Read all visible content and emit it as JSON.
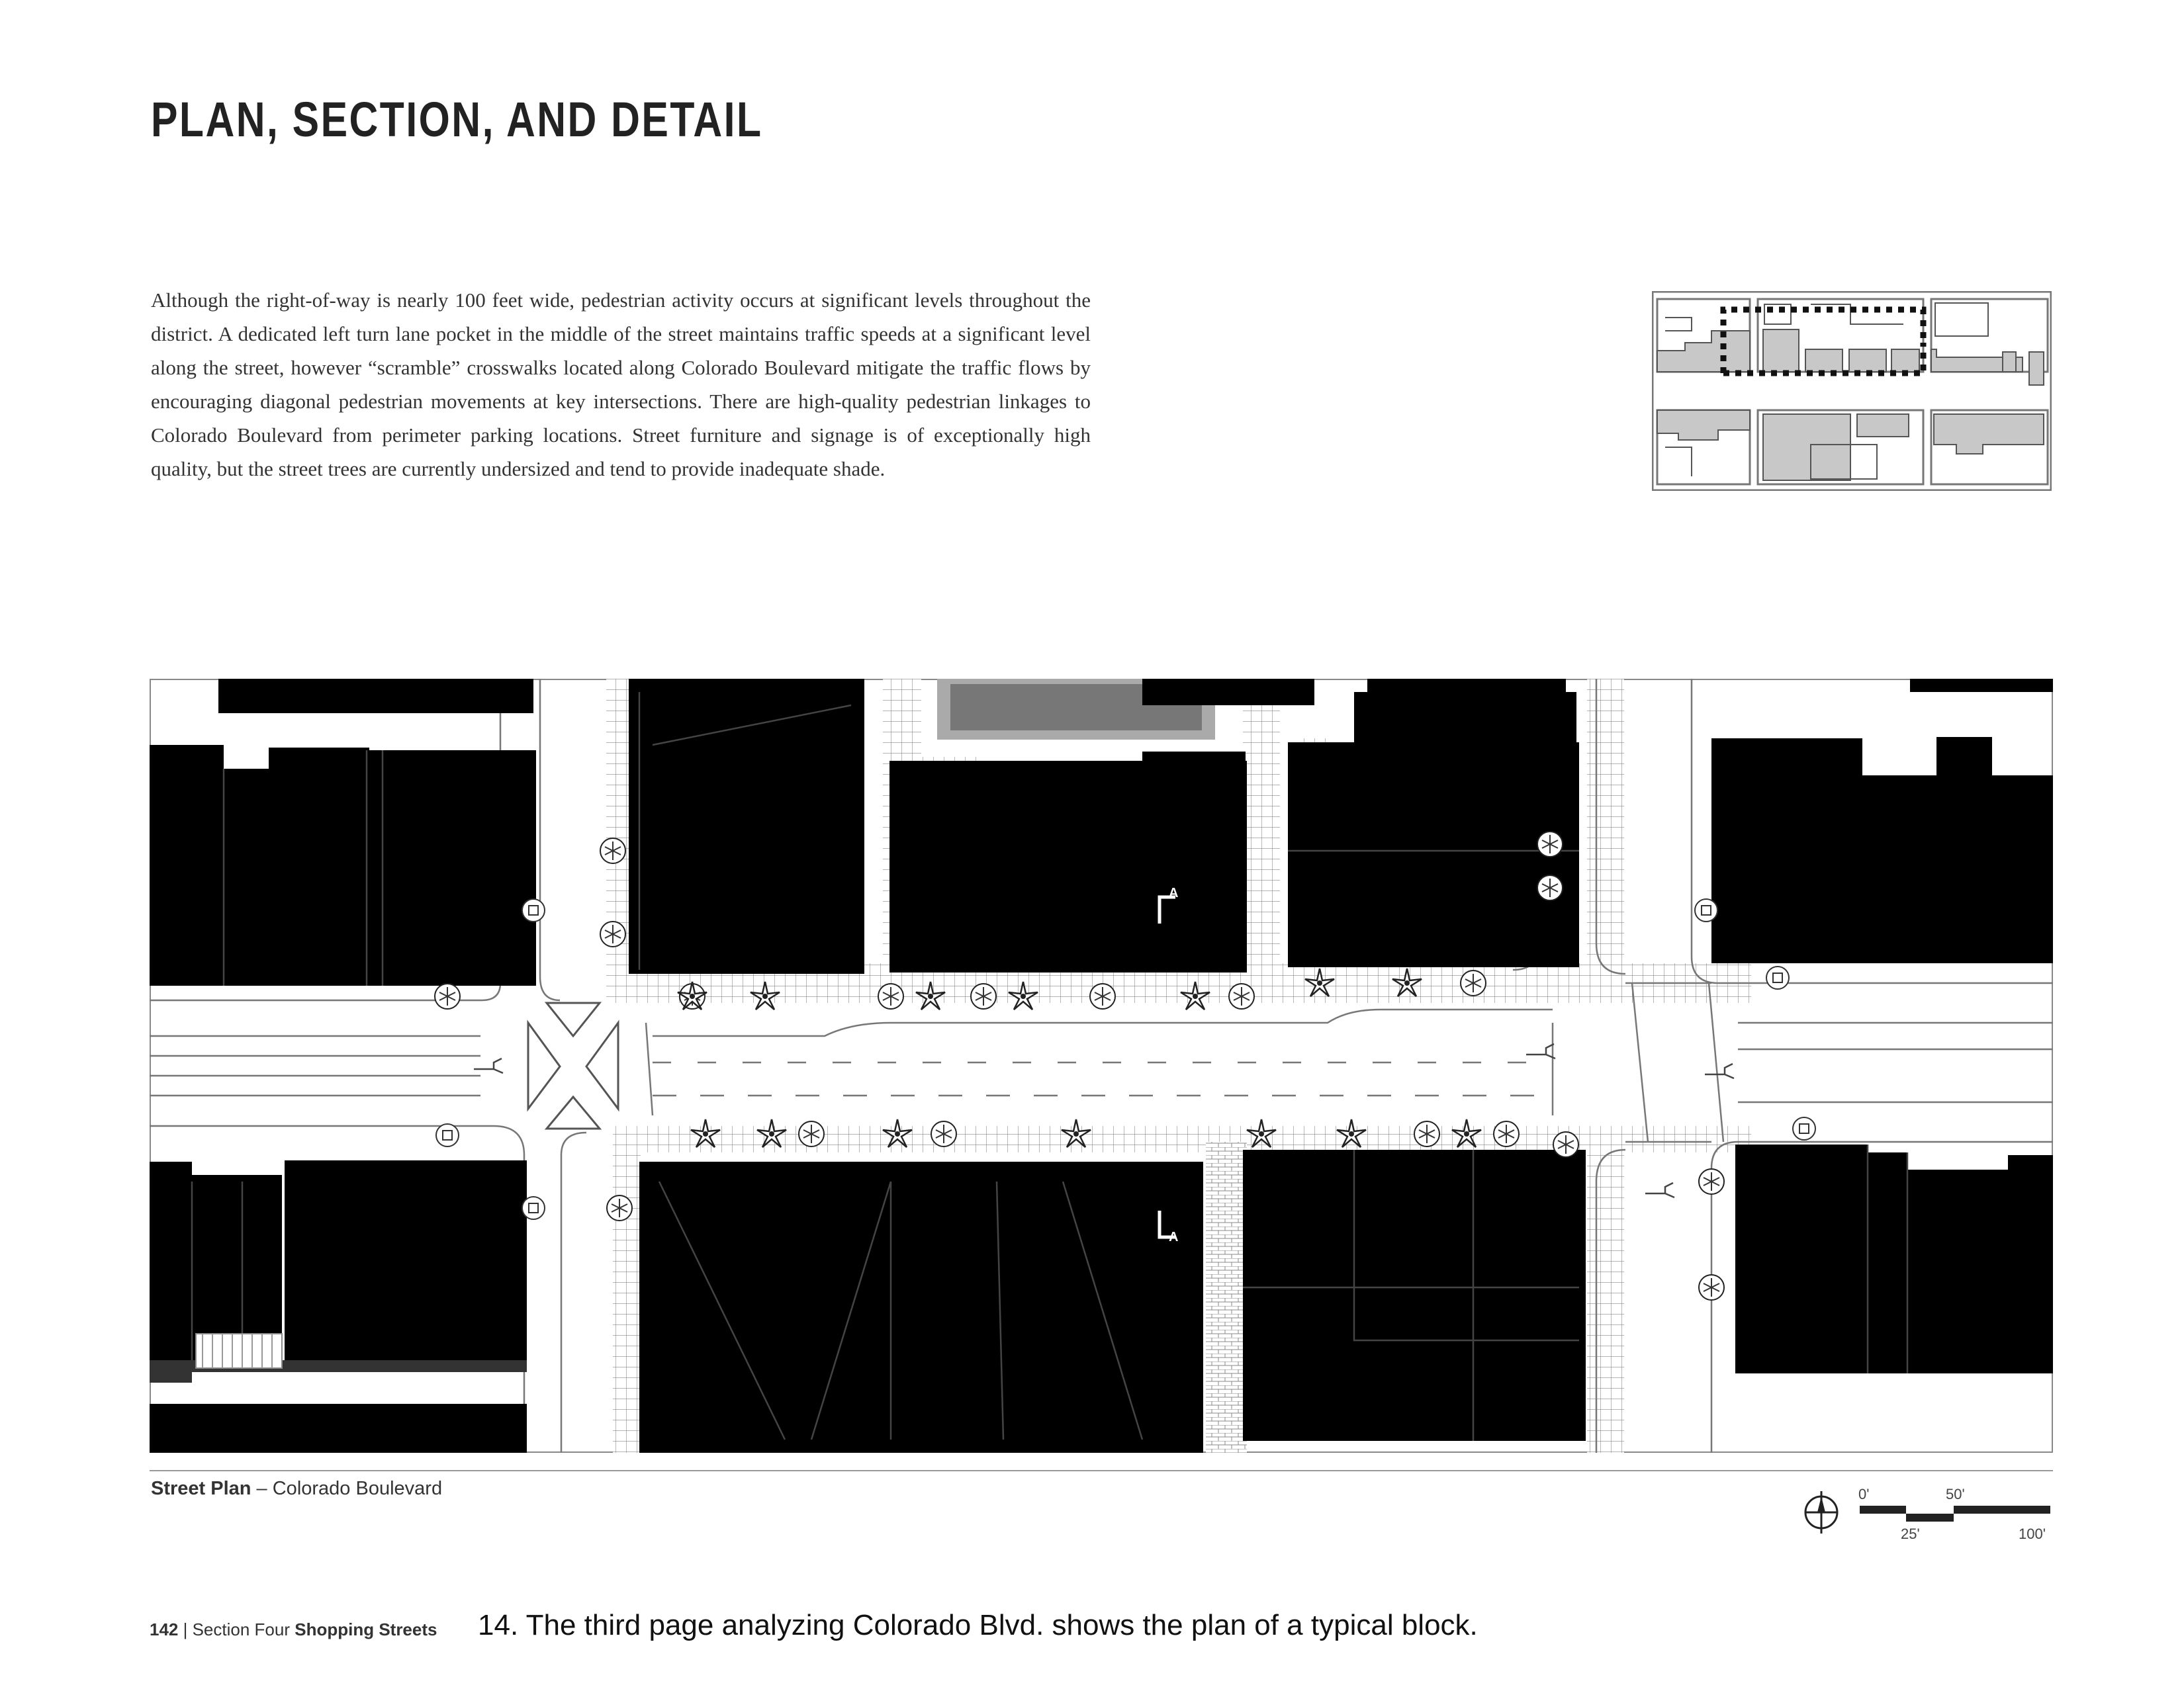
{
  "title": "PLAN, SECTION, AND DETAIL",
  "body_paragraph": "Although the right-of-way is nearly 100 feet wide, pedestrian activity occurs at significant levels throughout the district. A dedicated left turn lane pocket in the middle of the street maintains traffic speeds at a significant level along the street, however “scramble” crosswalks located along Colorado Boulevard mitigate the traffic flows by encouraging diagonal pedestrian movements at key intersections. There are high-quality pedestrian linkages to Colorado Boulevard from perimeter parking locations. Street furniture and signage is of exceptionally high quality, but the street trees are currently undersized and tend to provide inadequate shade.",
  "plan": {
    "caption_bold": "Street Plan",
    "caption_rest": " – Colorado Boulevard",
    "section_marker": "A"
  },
  "scale": {
    "label_0": "0'",
    "label_25": "25'",
    "label_50": "50'",
    "label_100": "100'"
  },
  "footer": {
    "page_number": "142",
    "separator": " | ",
    "section": "Section Four ",
    "section_bold": "Shopping Streets"
  },
  "note": "14.  The third page analyzing Colorado Blvd. shows the plan of a typical block."
}
